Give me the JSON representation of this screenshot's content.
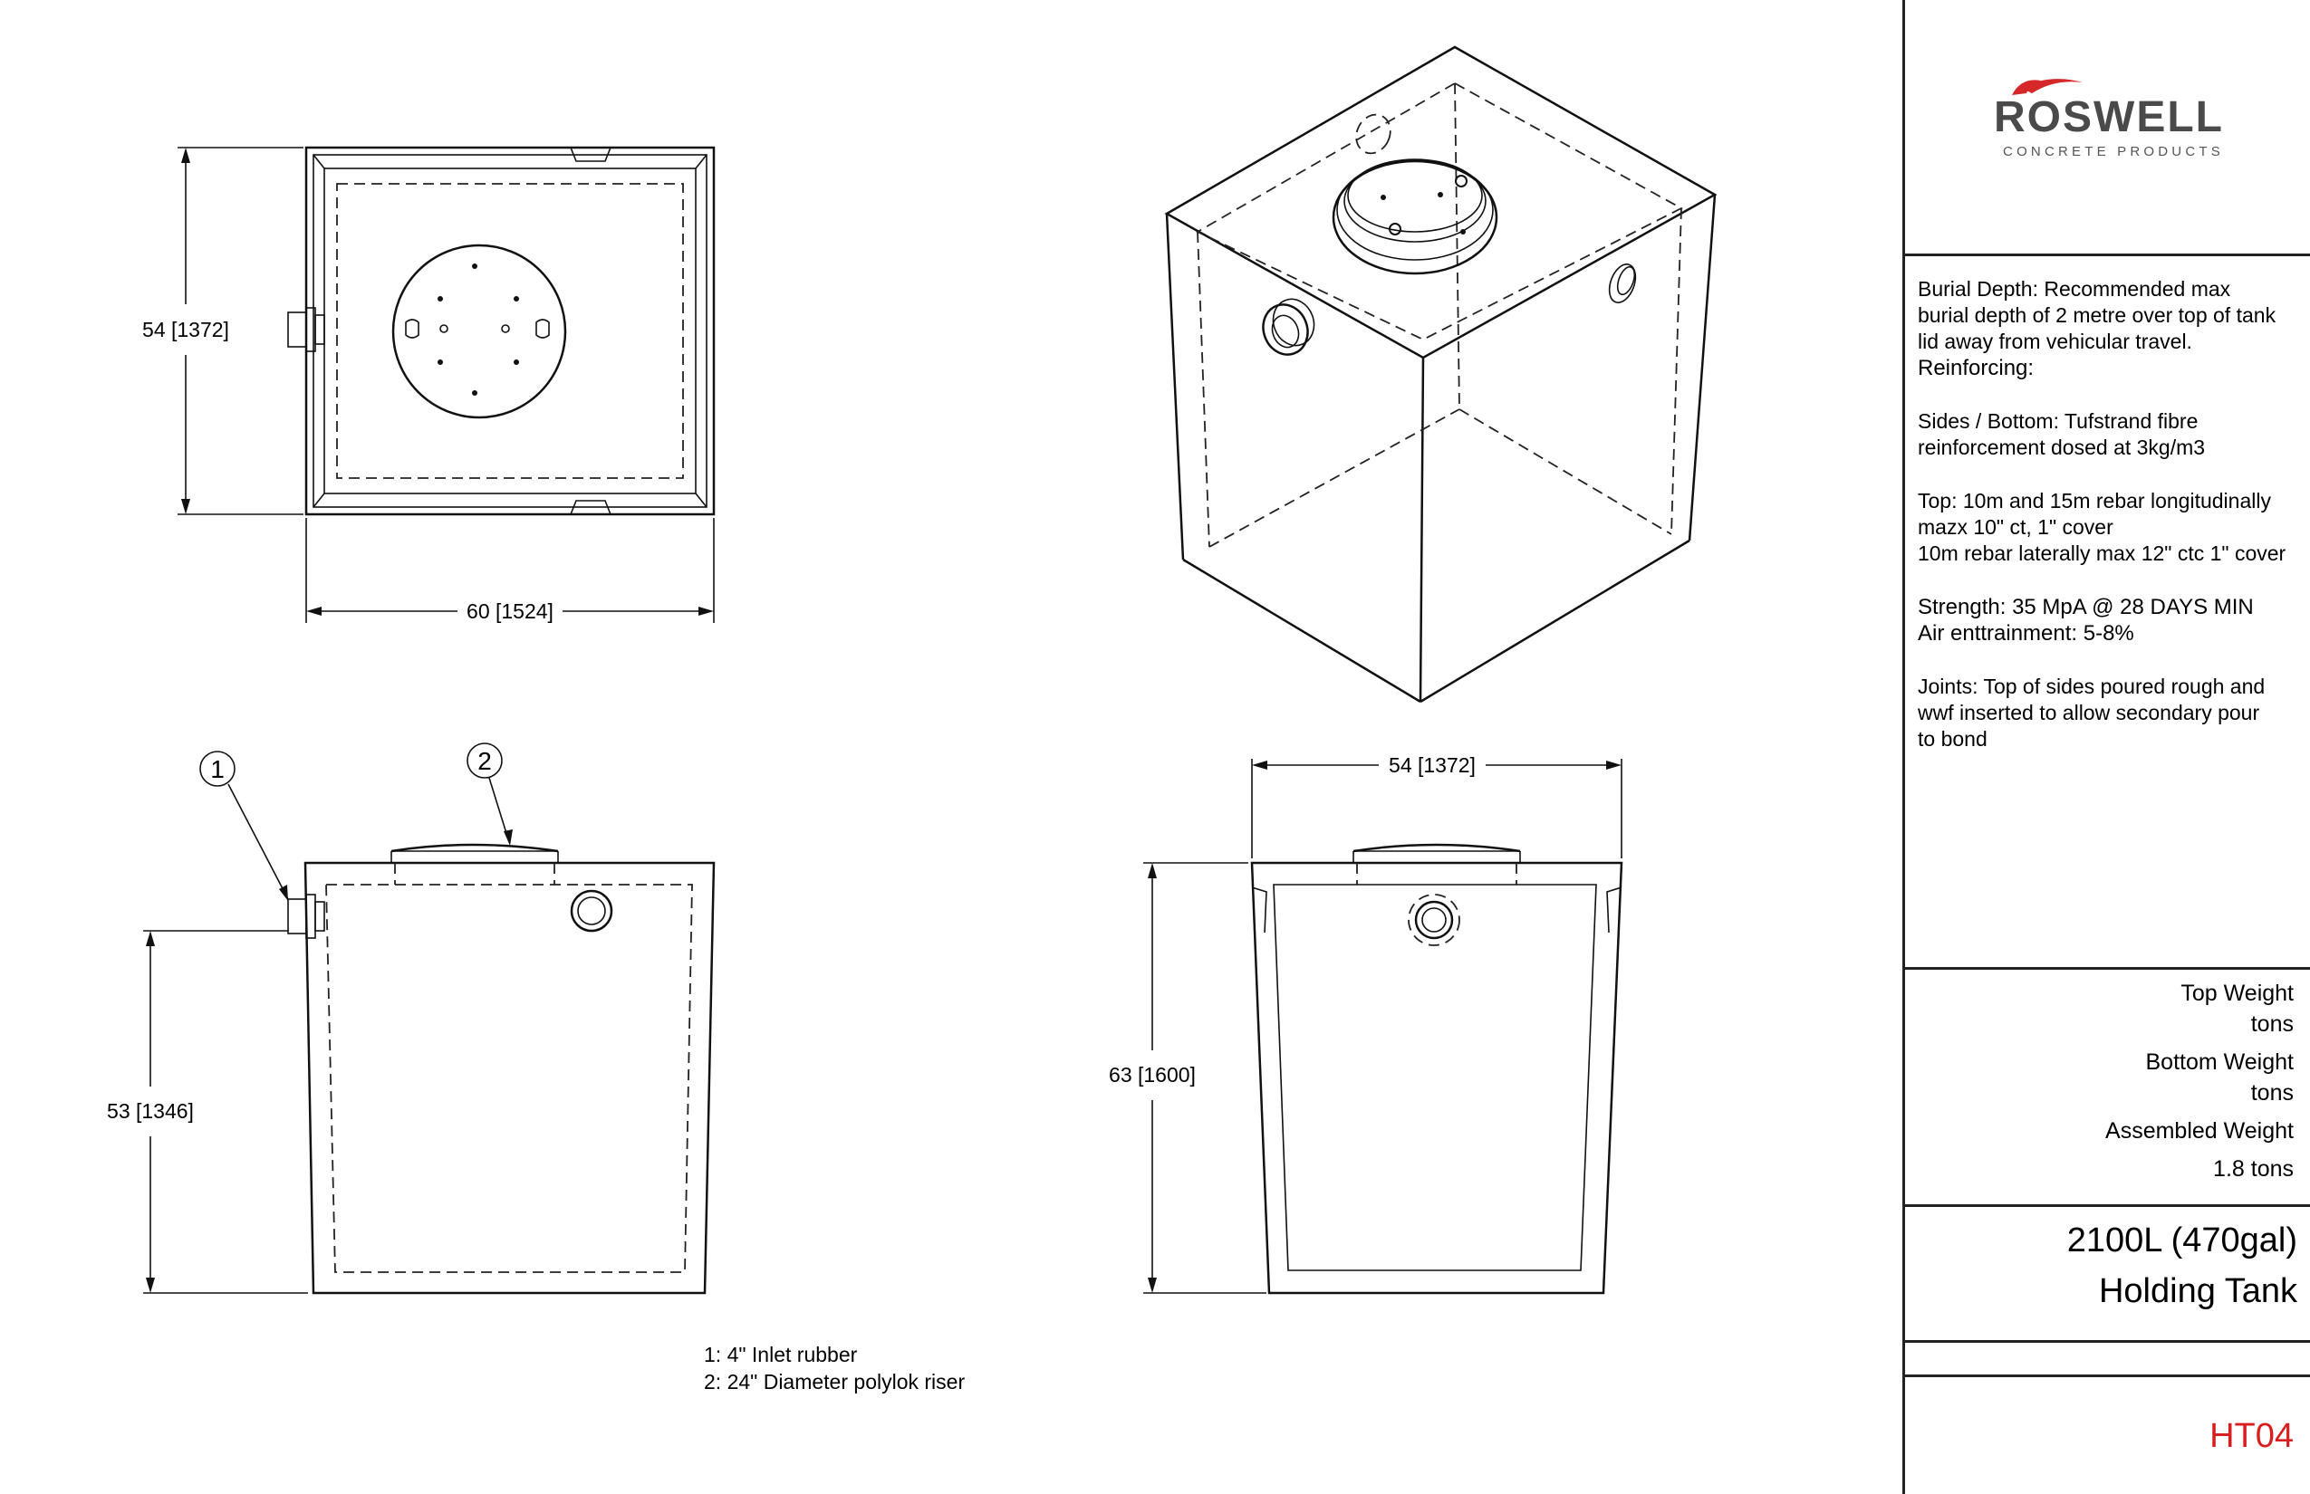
{
  "brand": {
    "name": "ROSWELL",
    "tagline": "CONCRETE PRODUCTS",
    "accent_color": "#d62828",
    "text_color": "#4a4a4a"
  },
  "views": {
    "plan": {
      "height_dim": "54 [1372]",
      "width_dim": "60 [1524]"
    },
    "front": {
      "height_dim": "53 [1346]",
      "callout_1": "1",
      "callout_2": "2"
    },
    "side": {
      "width_dim": "54 [1372]",
      "height_dim": "63 [1600]"
    }
  },
  "legend": {
    "item_1": "1: 4\" Inlet rubber",
    "item_2": "2: 24\" Diameter polylok riser"
  },
  "notes": {
    "burial_1": "Burial Depth: Recommended max",
    "burial_2": "burial depth of 2 metre over top of tank",
    "burial_3": "lid away from vehicular travel.",
    "reinforcing": "Reinforcing:",
    "sides_1": "Sides / Bottom: Tufstrand fibre",
    "sides_2": "reinforcement dosed at 3kg/m3",
    "top_1": "Top: 10m and 15m rebar longitudinally",
    "top_2": "mazx 10\" ct, 1\" cover",
    "top_3": "10m rebar laterally max 12\" ctc 1\" cover",
    "strength": "Strength: 35 MpA @ 28 DAYS MIN",
    "air": "Air enttrainment: 5-8%",
    "joints_1": "Joints: Top of sides poured rough and",
    "joints_2": "wwf inserted to allow secondary pour",
    "joints_3": "to bond"
  },
  "weights": {
    "top_label": "Top Weight",
    "top_value": "tons",
    "bottom_label": "Bottom Weight",
    "bottom_value": "tons",
    "assembled_label": "Assembled Weight",
    "assembled_value": "1.8 tons"
  },
  "product": {
    "capacity": "2100L (470gal)",
    "name": "Holding Tank"
  },
  "drawing_number": "HT04"
}
